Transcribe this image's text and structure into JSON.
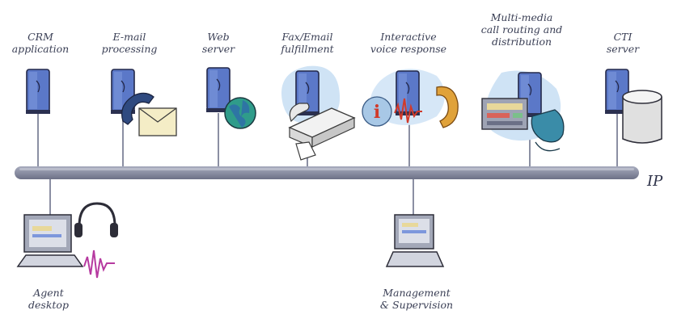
{
  "components": [
    {
      "id": "crm",
      "lines": [
        "CRM",
        "application"
      ]
    },
    {
      "id": "email",
      "lines": [
        "E-mail",
        "processing"
      ]
    },
    {
      "id": "web",
      "lines": [
        "Web",
        "server"
      ]
    },
    {
      "id": "fax",
      "lines": [
        "Fax/Email",
        "fulfillment"
      ]
    },
    {
      "id": "ivr",
      "lines": [
        "Interactive",
        "voice response"
      ]
    },
    {
      "id": "routing",
      "lines": [
        "Multi-media",
        "call routing and",
        "distribution"
      ]
    },
    {
      "id": "cti",
      "lines": [
        "CTI",
        "server"
      ]
    },
    {
      "id": "agent",
      "lines": [
        "Agent",
        "desktop"
      ]
    },
    {
      "id": "mgmt",
      "lines": [
        "Management",
        "& Supervision"
      ]
    }
  ],
  "network": {
    "label": "IP"
  },
  "icons": {
    "server": "server-tower-icon",
    "email": "telephone-envelope-icon",
    "web": "globe-icon",
    "fax": "fax-machine-icon",
    "ivr": "info-phone-icon",
    "routing": "routing-console-icon",
    "cti": "database-cylinder-icon",
    "agent": "agent-computer-headset-icon",
    "mgmt": "management-computer-icon"
  },
  "colors": {
    "server": "#5b78c8",
    "bus": "#8b8fa3",
    "text": "#3a3f55",
    "glow": "#cfe3f5"
  }
}
